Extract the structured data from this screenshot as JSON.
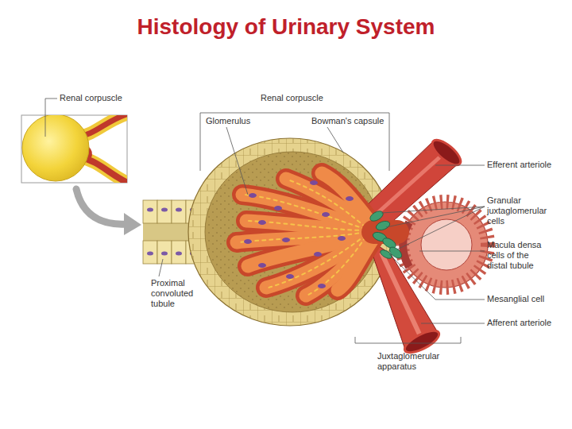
{
  "diagram": {
    "title": "Histology of Urinary System",
    "labels": [
      "Renal corpuscle",
      "Renal corpuscle",
      "Glomerulus",
      "Bowman's capsule",
      "Efferent arteriole",
      "Granular juxtaglomerular cells",
      "Macula densa cells of the distal tubule",
      "Mesanglial cell",
      "Afferent arteriole",
      "Proximal convoluted tubule",
      "Juxtaglomerular apparatus"
    ]
  }
}
